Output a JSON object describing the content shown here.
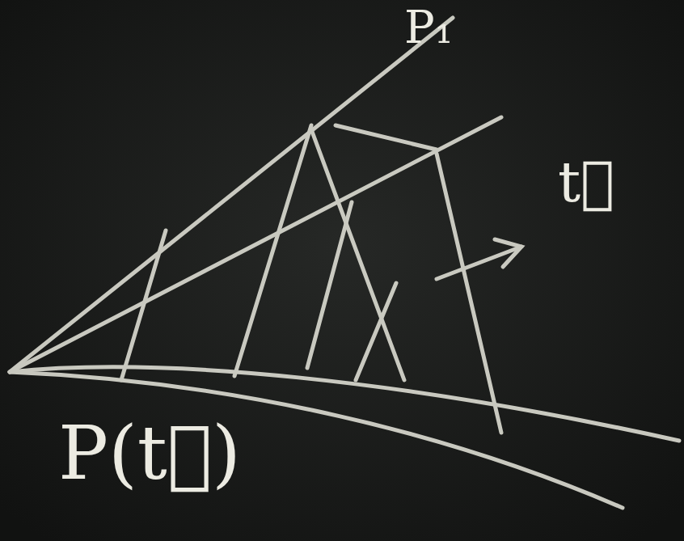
{
  "diagram": {
    "labels": [
      "P(t⃗)",
      "t⃗",
      "P₁"
    ]
  }
}
